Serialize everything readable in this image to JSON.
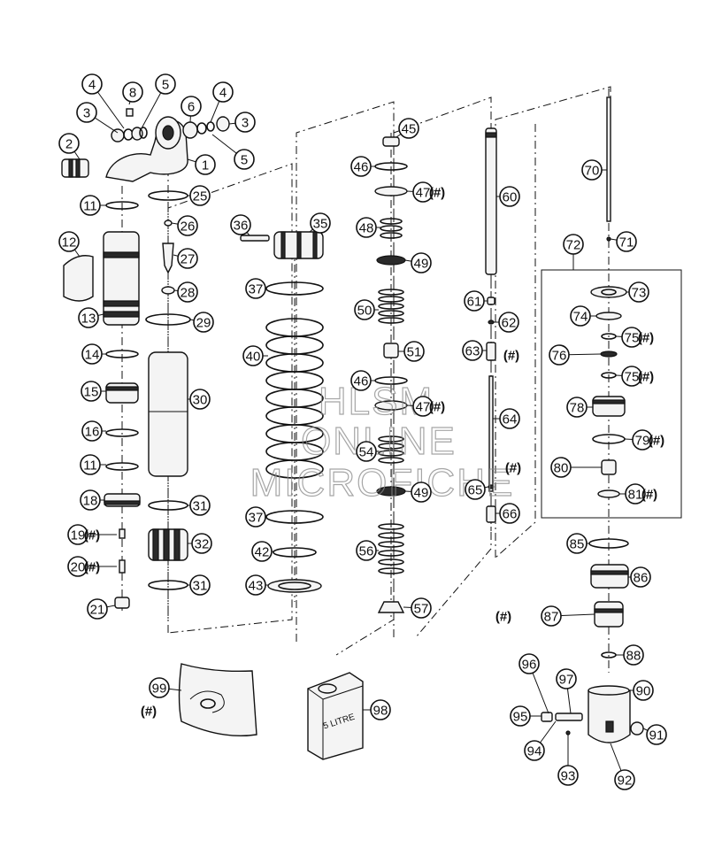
{
  "diagram": {
    "hash_mark": "(#)",
    "watermark": [
      "HLSM",
      "ONLINE",
      "MICROFICHE"
    ],
    "container_label": "5 LITRE",
    "callouts": [
      {
        "id": "1",
        "hash": false
      },
      {
        "id": "2",
        "hash": false
      },
      {
        "id": "3",
        "hash": false
      },
      {
        "id": "3b",
        "label": "3",
        "hash": false
      },
      {
        "id": "4",
        "hash": false
      },
      {
        "id": "4b",
        "label": "4",
        "hash": false
      },
      {
        "id": "5",
        "hash": false
      },
      {
        "id": "5b",
        "label": "5",
        "hash": false
      },
      {
        "id": "6",
        "hash": false
      },
      {
        "id": "8",
        "hash": false
      },
      {
        "id": "11",
        "hash": false
      },
      {
        "id": "11b",
        "label": "11",
        "hash": false
      },
      {
        "id": "12",
        "hash": false
      },
      {
        "id": "13",
        "hash": false
      },
      {
        "id": "14",
        "hash": false
      },
      {
        "id": "15",
        "hash": false
      },
      {
        "id": "16",
        "hash": false
      },
      {
        "id": "18",
        "hash": false
      },
      {
        "id": "19",
        "hash": true
      },
      {
        "id": "20",
        "hash": true
      },
      {
        "id": "21",
        "hash": false
      },
      {
        "id": "25",
        "hash": false
      },
      {
        "id": "26",
        "hash": false
      },
      {
        "id": "27",
        "hash": false
      },
      {
        "id": "28",
        "hash": false
      },
      {
        "id": "29",
        "hash": false
      },
      {
        "id": "30",
        "hash": false
      },
      {
        "id": "31",
        "hash": false
      },
      {
        "id": "31b",
        "label": "31",
        "hash": false
      },
      {
        "id": "32",
        "hash": false
      },
      {
        "id": "35",
        "hash": false
      },
      {
        "id": "36",
        "hash": false
      },
      {
        "id": "37",
        "hash": false
      },
      {
        "id": "37b",
        "label": "37",
        "hash": false
      },
      {
        "id": "40",
        "hash": false
      },
      {
        "id": "42",
        "hash": false
      },
      {
        "id": "43",
        "hash": false
      },
      {
        "id": "45",
        "hash": false
      },
      {
        "id": "46",
        "hash": false
      },
      {
        "id": "46b",
        "label": "46",
        "hash": false
      },
      {
        "id": "47",
        "hash": true
      },
      {
        "id": "47b",
        "label": "47",
        "hash": true
      },
      {
        "id": "48",
        "hash": false
      },
      {
        "id": "49",
        "hash": false
      },
      {
        "id": "49b",
        "label": "49",
        "hash": false
      },
      {
        "id": "50",
        "hash": false
      },
      {
        "id": "51",
        "hash": false
      },
      {
        "id": "54",
        "hash": false
      },
      {
        "id": "56",
        "hash": false
      },
      {
        "id": "57",
        "hash": false
      },
      {
        "id": "60",
        "hash": false
      },
      {
        "id": "61",
        "hash": false
      },
      {
        "id": "62",
        "hash": false
      },
      {
        "id": "63",
        "hash": false
      },
      {
        "id": "64",
        "hash": false
      },
      {
        "id": "65",
        "hash": false
      },
      {
        "id": "66",
        "hash": false
      },
      {
        "id": "70",
        "hash": false
      },
      {
        "id": "71",
        "hash": false
      },
      {
        "id": "72",
        "hash": false
      },
      {
        "id": "73",
        "hash": false
      },
      {
        "id": "74",
        "hash": false
      },
      {
        "id": "75",
        "hash": true
      },
      {
        "id": "75b",
        "label": "75",
        "hash": true
      },
      {
        "id": "76",
        "hash": true
      },
      {
        "id": "78",
        "hash": false
      },
      {
        "id": "79",
        "hash": true
      },
      {
        "id": "80",
        "hash": true
      },
      {
        "id": "81",
        "hash": true
      },
      {
        "id": "85",
        "hash": false
      },
      {
        "id": "86",
        "hash": false
      },
      {
        "id": "87",
        "hash": true
      },
      {
        "id": "88",
        "hash": false
      },
      {
        "id": "90",
        "hash": false
      },
      {
        "id": "91",
        "hash": false
      },
      {
        "id": "92",
        "hash": false
      },
      {
        "id": "93",
        "hash": false
      },
      {
        "id": "94",
        "hash": false
      },
      {
        "id": "95",
        "hash": false
      },
      {
        "id": "96",
        "hash": false
      },
      {
        "id": "97",
        "hash": false
      },
      {
        "id": "98",
        "hash": false
      },
      {
        "id": "99",
        "hash": true
      }
    ]
  }
}
